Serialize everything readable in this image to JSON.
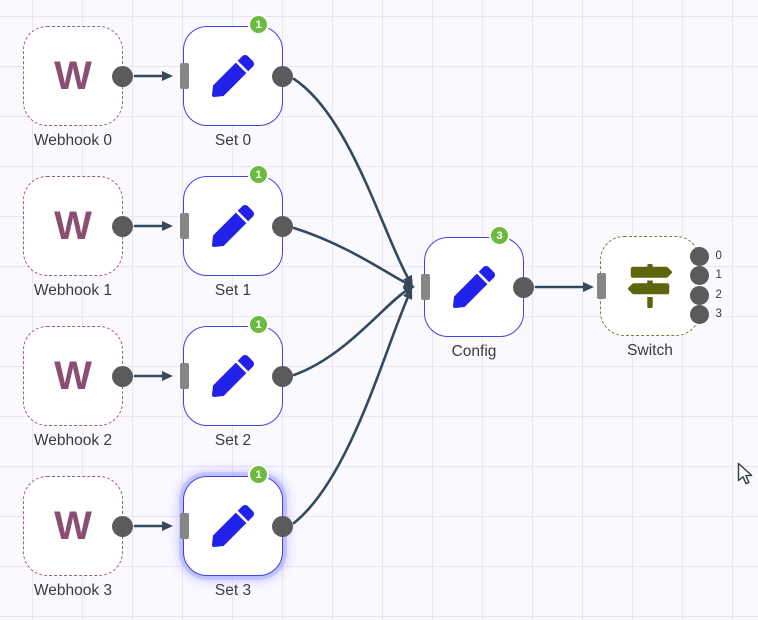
{
  "app": "workflow-editor-canvas",
  "colors": {
    "canvas_background": "#faf9fe",
    "grid_line": "#e9e5f5",
    "edge_line": "#35495c",
    "port_dot": "#5b5b5d",
    "input_stub": "#868686",
    "badge_green": "#6cbb40",
    "set_node_border": "#4343df",
    "webhook_node_border": "#a25d7c",
    "webhook_icon_color": "#8b4e72",
    "switch_node_border": "#7c7f2d",
    "switch_icon_color": "#5d660f",
    "pencil_icon_color": "#2121e8",
    "label_text": "#3a3a40"
  },
  "nodes": [
    {
      "label": "Webhook 0",
      "type": "webhook",
      "icon": "W"
    },
    {
      "label": "Set 0",
      "type": "set",
      "badge": "1"
    },
    {
      "label": "Webhook 1",
      "type": "webhook",
      "icon": "W"
    },
    {
      "label": "Set 1",
      "type": "set",
      "badge": "1"
    },
    {
      "label": "Webhook 2",
      "type": "webhook",
      "icon": "W"
    },
    {
      "label": "Set 2",
      "type": "set",
      "badge": "1"
    },
    {
      "label": "Webhook 3",
      "type": "webhook",
      "icon": "W"
    },
    {
      "label": "Set 3",
      "type": "set",
      "badge": "1",
      "selected": true
    },
    {
      "label": "Config",
      "type": "set",
      "badge": "3"
    },
    {
      "label": "Switch",
      "type": "switch",
      "outputs": [
        "0",
        "1",
        "2",
        "3"
      ]
    }
  ],
  "connections": [
    {
      "from": "Webhook 0",
      "to": "Set 0"
    },
    {
      "from": "Webhook 1",
      "to": "Set 1"
    },
    {
      "from": "Webhook 2",
      "to": "Set 2"
    },
    {
      "from": "Webhook 3",
      "to": "Set 3"
    },
    {
      "from": "Set 0",
      "to": "Config"
    },
    {
      "from": "Set 1",
      "to": "Config"
    },
    {
      "from": "Set 2",
      "to": "Config"
    },
    {
      "from": "Set 3",
      "to": "Config"
    },
    {
      "from": "Config",
      "to": "Switch"
    }
  ]
}
